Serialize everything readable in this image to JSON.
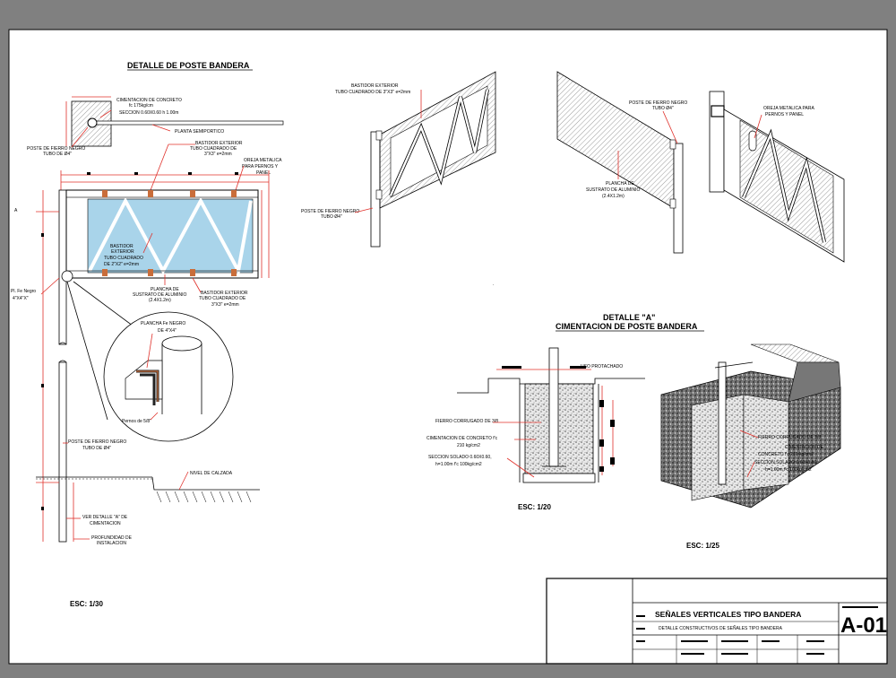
{
  "sheet": {
    "background": "#808080",
    "paper": "#ffffff",
    "accent_red": "#e0302a",
    "panel_blue": "#a9d4ea"
  },
  "left_detail": {
    "title": "DETALLE DE POSTE BANDERA",
    "labels": {
      "cimentacion_1": "CIMENTACION DE CONCRETO",
      "cimentacion_2": "fc 175kg/cm",
      "cimentacion_3": "SECCION 0.60X0.60 h 1.00m",
      "planta": "PLANTA SEMIPORTICO",
      "poste_top_1": "POSTE DE FIERRO NEGRO",
      "poste_top_2": "TUBO DE Ø4\"",
      "bastidor_top_1": "BASTIDOR EXTERIOR",
      "bastidor_top_2": "TUBO CUADRADO DE",
      "bastidor_top_3": "3\"X3\" e=2mm",
      "oreja_1": "OREJA METALICA",
      "oreja_2": "PARA PERNOS Y",
      "oreja_3": "PANEL",
      "bastidor_in_1": "BASTIDOR",
      "bastidor_in_2": "EXTERIOR",
      "bastidor_in_3": "TUBO CUADRADO",
      "bastidor_in_4": "DE 2\"X2\" e=2mm",
      "plancha_1": "PLANCHA DE",
      "plancha_2": "SUSTRATO DE ALUMINIO",
      "plancha_3": "(2.4X1.2m)",
      "bastidor_bot_1": "BASTIDOR EXTERIOR",
      "bastidor_bot_2": "TUBO CUADRADO DE",
      "bastidor_bot_3": "3\"X3\" e=2mm",
      "fe_negro_1": "Pl. Fe Negro",
      "fe_negro_2": "4\"X4\"X\"",
      "a_mark": "A",
      "plancha_fe_1": "PLANCHA Fe NEGRO",
      "plancha_fe_2": "DE 4\"X4\"",
      "pernos": "Pernos de 5/8\"",
      "poste_low_1": "POSTE DE FIERRO NEGRO",
      "poste_low_2": "TUBO DE Ø4\"",
      "calzada": "NIVEL DE CALZADA",
      "ver_detalle_1": "VER DETALLE \"A\" DE",
      "ver_detalle_2": "CIMENTACION",
      "profundidad_1": "PROFUNDIDAD DE",
      "profundidad_2": "INSTALACION"
    },
    "scale": "ESC: 1/30"
  },
  "iso_views": {
    "view1": {
      "bastidor_1": "BASTIDOR EXTERIOR",
      "bastidor_2": "TUBO CUADRADO DE 3\"X3\" e=2mm",
      "poste_1": "POSTE DE FIERRO NEGRO",
      "poste_2": "TUBO Ø4\""
    },
    "view2": {
      "poste_1": "POSTE DE FIERRO NEGRO",
      "poste_2": "TUBO Ø4\"",
      "plancha_1": "PLANCHA DE",
      "plancha_2": "SUSTRATO DE ALUMINIO",
      "plancha_3": "(2.4X1.2m)"
    },
    "view3": {
      "oreja_1": "OREJA METALICA PARA",
      "oreja_2": "PERNOS Y PANEL"
    }
  },
  "detail_a": {
    "title_1": "DETALLE \"A\"",
    "title_2": "CIMENTACION DE POSTE BANDERA",
    "labels": {
      "uso": "USO PROTACHADO",
      "fierro": "FIERRO CORRUGADO DE 3/8",
      "cim_1": "CIMENTACION DE CONCRETO f'c",
      "cim_2": "210 kg/cm2",
      "solado_1": "SECCION SOLADO 0.60X0.60,",
      "solado_2": "h=1.00m f'c 100kg/cm2"
    },
    "scale": "ESC: 1/20",
    "iso_labels": {
      "fierro": "FIERRO CORRUGADO DE 3/8",
      "cim_1": "CIMENTACION DE",
      "cim_2": "CONCRETO f'c 210 kg/cm2",
      "solado_1": "SECCION SOLADO 0.60X0.60",
      "solado_2": "h=1.00m f'c 100kg/cm2"
    },
    "iso_scale": "ESC: 1/25"
  },
  "title_block": {
    "title": "SEÑALES VERTICALES TIPO BANDERA",
    "subtitle": "DETALLE CONSTRUCTIVOS DE SEÑALES TIPO BANDERA",
    "sheet_no": "A-01"
  }
}
